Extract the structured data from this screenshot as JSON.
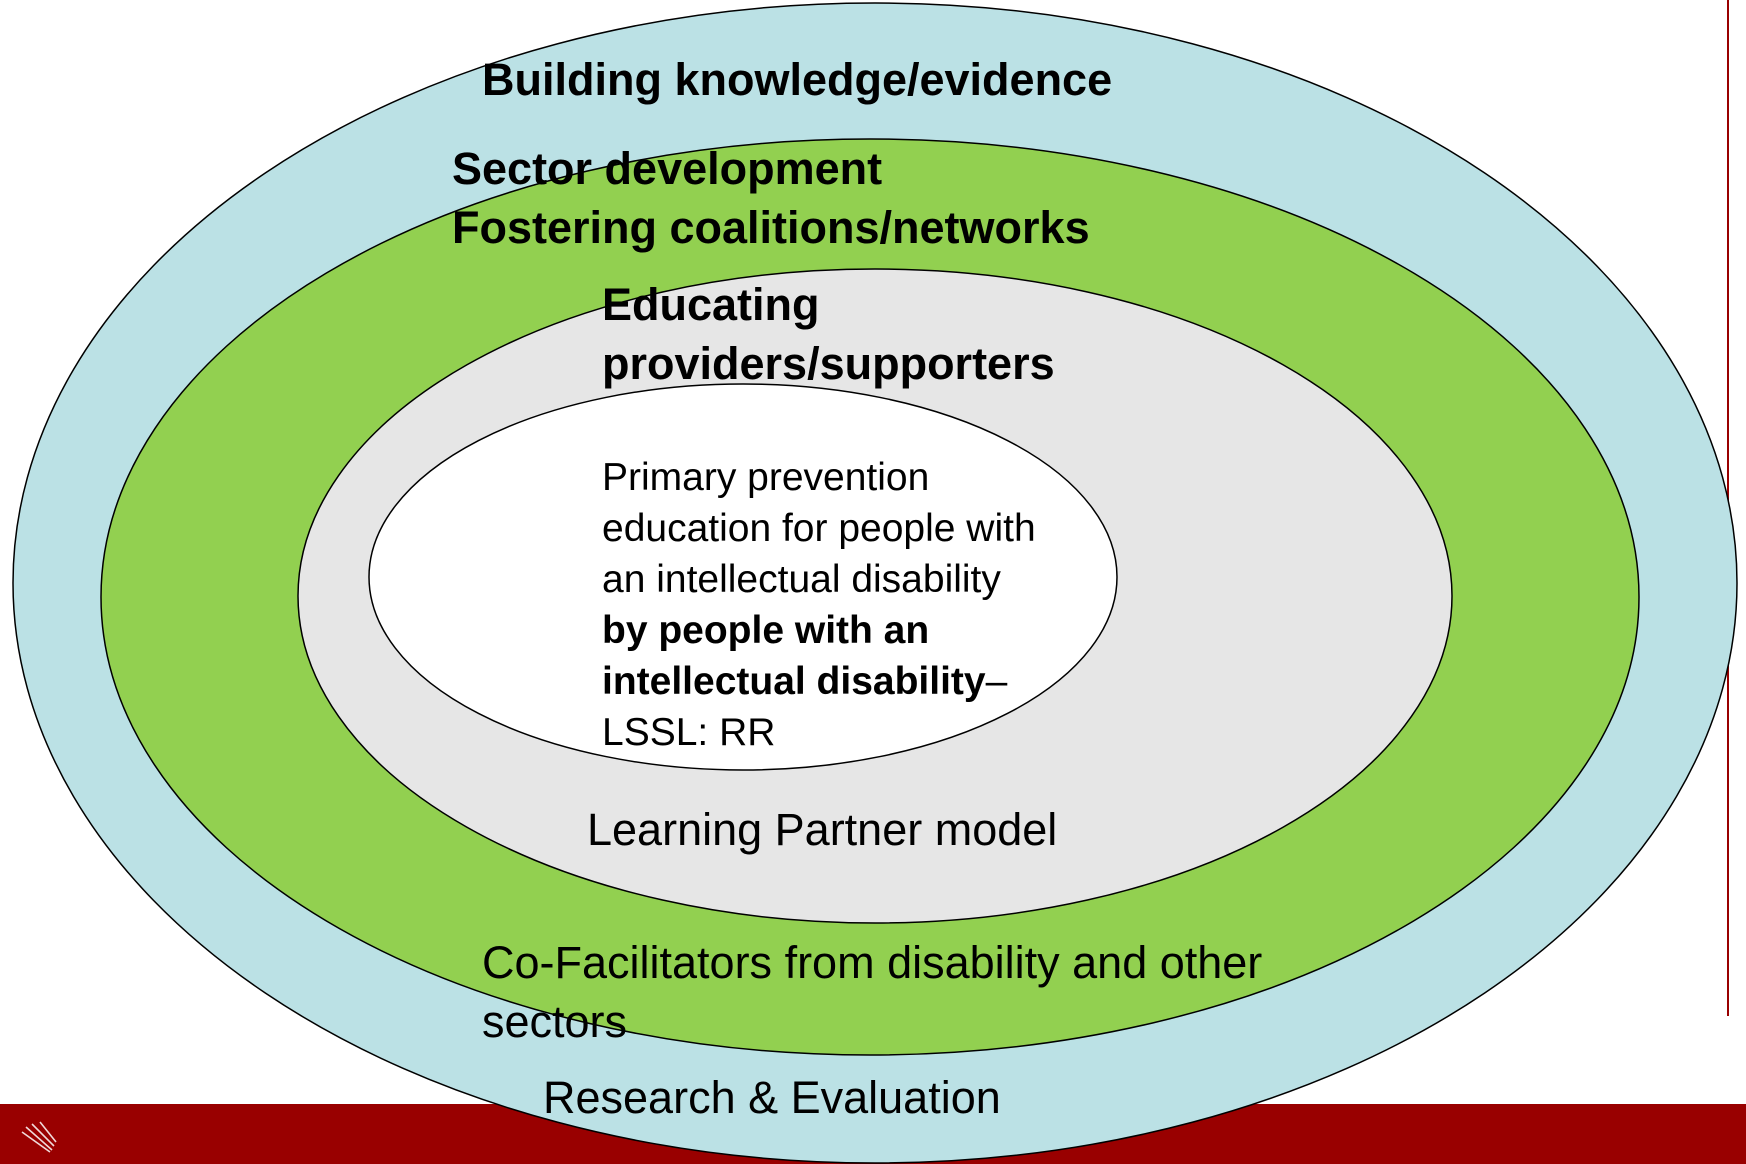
{
  "colors": {
    "outer_ring": "#bbe1e5",
    "green_ring": "#92d050",
    "grey_ring": "#e6e6e6",
    "core": "#ffffff",
    "footer_bar": "#990000",
    "side_rule": "#990000",
    "outline": "#000000"
  },
  "rings": {
    "outer": {
      "heading": "Building knowledge/evidence",
      "footer_text": "Research & Evaluation"
    },
    "green": {
      "heading_line1": "Sector development",
      "heading_line2": "Fostering coalitions/networks",
      "footer_line1": "Co-Facilitators from disability and other",
      "footer_line2": "sectors"
    },
    "grey": {
      "heading_line1": "Educating",
      "heading_line2": "providers/supporters",
      "footer_text": "Learning Partner model"
    },
    "core": {
      "line1": "Primary prevention",
      "line2": "education for people with",
      "line3": "an intellectual disability",
      "line4_bold": "by people with an",
      "line5_bold": "intellectual disability",
      "line5_suffix": "–",
      "line6": "LSSL: RR"
    }
  },
  "footer": {
    "logo_icon": "crest-logo-icon"
  }
}
